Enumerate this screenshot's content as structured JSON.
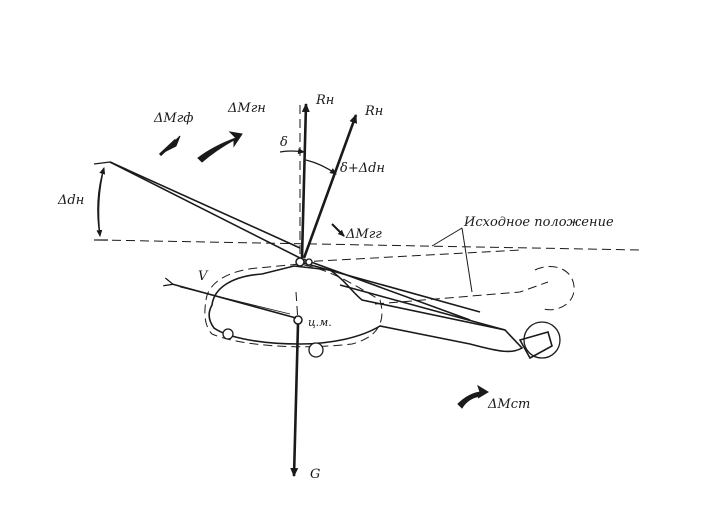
{
  "labels": {
    "rotor_force_1": "Rн",
    "rotor_force_2": "Rн",
    "delta_angle": "δ",
    "delta_plus": "δ+Δdн",
    "delta_d": "Δdн",
    "moment_gf": "ΔMгф",
    "moment_gn": "ΔMгн",
    "moment_gg": "ΔMгг",
    "moment_st": "ΔMст",
    "velocity": "V",
    "center_mass": "ц.м.",
    "gravity": "G",
    "initial_position": "Исходное положение"
  },
  "colors": {
    "ink": "#1a1a1a",
    "paper": "#ffffff"
  }
}
